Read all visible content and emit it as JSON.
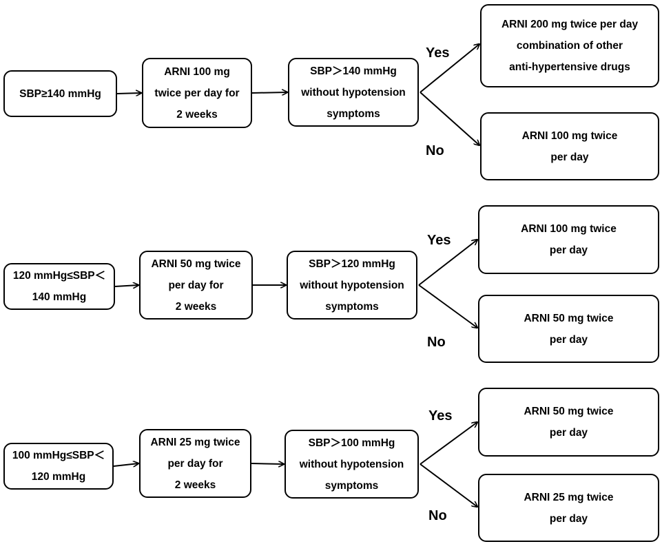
{
  "rows": [
    {
      "condition": [
        "SBP≥140 mmHg"
      ],
      "initial": [
        "ARNI 100 mg",
        "twice per day for",
        "2 weeks"
      ],
      "check": [
        "SBP＞140 mmHg",
        "without hypotension",
        "symptoms"
      ],
      "yes_label": "Yes",
      "yes_result": [
        "ARNI 200 mg twice per day",
        "combination of other",
        "anti-hypertensive drugs"
      ],
      "no_label": "No",
      "no_result": [
        "ARNI 100 mg twice",
        "per day"
      ]
    },
    {
      "condition": [
        "120 mmHg≤SBP＜",
        "140 mmHg"
      ],
      "initial": [
        "ARNI 50 mg twice",
        "per day for",
        "2 weeks"
      ],
      "check": [
        "SBP＞120 mmHg",
        "without hypotension",
        "symptoms"
      ],
      "yes_label": "Yes",
      "yes_result": [
        "ARNI 100 mg twice",
        "per day"
      ],
      "no_label": "No",
      "no_result": [
        "ARNI 50 mg twice",
        "per day"
      ]
    },
    {
      "condition": [
        "100 mmHg≤SBP＜",
        "120 mmHg"
      ],
      "initial": [
        "ARNI 25 mg twice",
        "per day for",
        "2 weeks"
      ],
      "check": [
        "SBP＞100 mmHg",
        "without hypotension",
        "symptoms"
      ],
      "yes_label": "Yes",
      "yes_result": [
        "ARNI 50 mg twice",
        "per day"
      ],
      "no_label": "No",
      "no_result": [
        "ARNI 25 mg twice",
        "per day"
      ]
    }
  ]
}
